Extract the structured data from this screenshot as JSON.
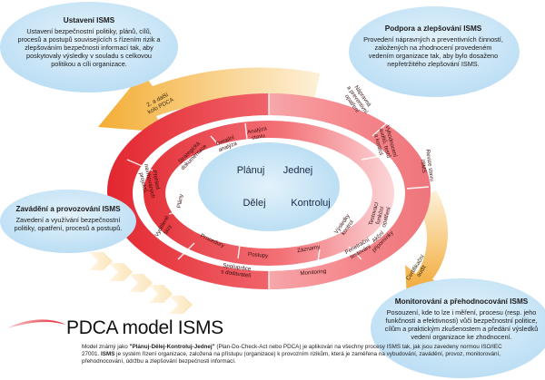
{
  "bubbles": {
    "ustaveni": {
      "title": "Ustavení ISMS",
      "text": "Ustavení bezpečnostní politiky, plánů, cílů, procesů a postupů souvisejících s řízením rizik a zlepšováním bezpečnosti informací tak, aby poskytovaly výsledky v souladu s celkovou politikou a cíli organizace."
    },
    "podpora": {
      "title": "Podpora a zlepšování ISMS",
      "text": "Provedení nápravných a preventivních činností, založených na zhodnocení provedeném vedením organizace tak, aby bylo dosaženo nepřetržitého zlepšování ISMS."
    },
    "zavadeni": {
      "title": "Zavádění a provozování ISMS",
      "text": "Zavedení a využívání bezpečnostní politiky, opatření, procesů a postupů."
    },
    "monitorovani": {
      "title": "Monitorování a přehodnocování ISMS",
      "text": "Posouzení, kde to lze i měření, procesu (resp. jeho funkčnosti a efektivnosti) vůči bezpečnostní politice, cílům a praktickým zkušenostem a předání výsledků vedení organizace ke zhodnocení."
    }
  },
  "center": {
    "planuj": "Plánuj",
    "jednej": "Jednej",
    "delej": "Dělej",
    "kontroluj": "Kontroluj"
  },
  "inner_ring": {
    "analyza": [
      "Analýza",
      "stavu"
    ],
    "detailni": [
      "Detailní",
      "analýza"
    ],
    "strategicka": [
      "Strategická",
      "dokumentace"
    ],
    "plany": [
      "Plány"
    ],
    "procedury": [
      "Procedury"
    ],
    "postupy": [
      "Postupy"
    ],
    "zaznamy": [
      "Záznamy"
    ],
    "vysledky": [
      "Výsledky",
      "kontrol"
    ],
    "testovaci": [
      "Testovací",
      "funkční",
      "opatření"
    ],
    "akcni": [
      "Akční",
      "připomínky"
    ]
  },
  "outer_ring": {
    "napravna": [
      "Nápravná",
      "a preventivní",
      "opatření"
    ],
    "vyhodnoceni": [
      "Vyhodnocení",
      "auditů, testů",
      "a kontrol"
    ],
    "revize": [
      "Revize stavu",
      "ISMS"
    ],
    "prehled": [
      "Přehled",
      "navrhovaných",
      "projektů"
    ],
    "vydelene": [
      "Vydělené",
      "fázy"
    ],
    "spoluprace": [
      "Spolupráce",
      "s dodavateli"
    ],
    "monitoring": [
      "Monitoring"
    ],
    "penetracni": [
      "Penetrační",
      "testování"
    ]
  },
  "arrows": {
    "next_cycle": [
      "2. a další",
      "kolo PDCA"
    ],
    "certification": [
      "Certifikační",
      "audit"
    ]
  },
  "colors": {
    "red": "#e3262f",
    "red_light": "#f7c9cb",
    "orange": "#f0a020",
    "orange_light": "#fbe2b0",
    "bubble": "#c6e3f5",
    "center": "#c6e3f5"
  },
  "title": "PDCA model ISMS",
  "description": {
    "p1": "Model známý jako ",
    "quote": "\"Plánuj-Dělej-Kontroluj-Jednej\"",
    "p2": " (Plan-Do-Check-Act nebo PDCA) je aplikován na všechny procesy ISMS tak, jak jsou zavedeny normou ISO/IEC 27001. ",
    "isms": "ISMS",
    "p3": " je systém řízení organizace, založená na přístupu (organizace) k provozním rizikům, která je zaměřena na vybudování, zavádění, provoz, monitorování, přehodnocování, údržbu a zlepšování bezpečnosti informací."
  }
}
